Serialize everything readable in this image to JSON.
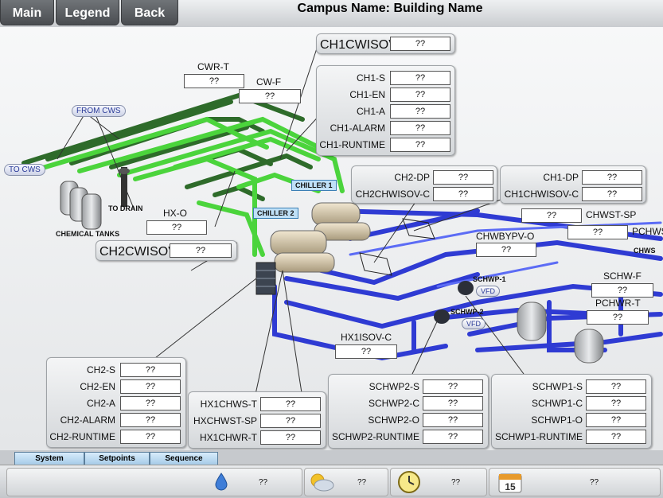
{
  "nav": {
    "main": "Main",
    "legend": "Legend",
    "back": "Back"
  },
  "page_title": "Campus Name: Building Name",
  "diagram_labels": {
    "from_cws": "FROM CWS",
    "to_cws": "TO CWS",
    "to_drain": "TO DRAIN",
    "chemical_tanks": "CHEMICAL TANKS",
    "chiller1": "CHILLER 1",
    "chiller2": "CHILLER 2",
    "chws": "CHWS",
    "schwp1": "SCHWP-1",
    "schwp2": "SCHWP-2",
    "vfd": "VFD"
  },
  "colors": {
    "condenser_pipe": "#47c83b",
    "condenser_pipe_dark": "#2e6b2a",
    "chilled_pipe": "#2f3bd3",
    "chilled_pipe_light": "#5363f0"
  },
  "points": {
    "cwr_t": {
      "label": "CWR-T",
      "value": "??"
    },
    "cw_f": {
      "label": "CW-F",
      "value": "??"
    },
    "hx_o": {
      "label": "HX-O",
      "value": "??"
    },
    "ch2cwisov_c": {
      "label": "CH2CWISOV-C",
      "value": "??"
    },
    "chwst_sp": {
      "label": "CHWST-SP",
      "value": "??"
    },
    "pchws": {
      "label": "PCHWS",
      "value": "??"
    },
    "chwbypv_o": {
      "label": "CHWBYPV-O",
      "value": "??"
    },
    "schw_f": {
      "label": "SCHW-F",
      "value": "??"
    },
    "pchwr_t": {
      "label": "PCHWR-T",
      "value": "??"
    },
    "hx1isov_c": {
      "label": "HX1ISOV-C",
      "value": "??"
    }
  },
  "panels": {
    "ch1cwisov": [
      {
        "label": "CH1CWISOV-C",
        "value": "??"
      }
    ],
    "ch1": [
      {
        "label": "CH1-S",
        "value": "??"
      },
      {
        "label": "CH1-EN",
        "value": "??"
      },
      {
        "label": "CH1-A",
        "value": "??"
      },
      {
        "label": "CH1-ALARM",
        "value": "??"
      },
      {
        "label": "CH1-RUNTIME",
        "value": "??"
      }
    ],
    "ch2dp": [
      {
        "label": "CH2-DP",
        "value": "??"
      },
      {
        "label": "CH2CHWISOV-C",
        "value": "??"
      }
    ],
    "ch1dp": [
      {
        "label": "CH1-DP",
        "value": "??"
      },
      {
        "label": "CH1CHWISOV-C",
        "value": "??"
      }
    ],
    "ch2": [
      {
        "label": "CH2-S",
        "value": "??"
      },
      {
        "label": "CH2-EN",
        "value": "??"
      },
      {
        "label": "CH2-A",
        "value": "??"
      },
      {
        "label": "CH2-ALARM",
        "value": "??"
      },
      {
        "label": "CH2-RUNTIME",
        "value": "??"
      }
    ],
    "hx1": [
      {
        "label": "HX1CHWS-T",
        "value": "??"
      },
      {
        "label": "HXCHWST-SP",
        "value": "??"
      },
      {
        "label": "HX1CHWR-T",
        "value": "??"
      }
    ],
    "schwp2": [
      {
        "label": "SCHWP2-S",
        "value": "??"
      },
      {
        "label": "SCHWP2-C",
        "value": "??"
      },
      {
        "label": "SCHWP2-O",
        "value": "??"
      },
      {
        "label": "SCHWP2-RUNTIME",
        "value": "??"
      }
    ],
    "schwp1": [
      {
        "label": "SCHWP1-S",
        "value": "??"
      },
      {
        "label": "SCHWP1-C",
        "value": "??"
      },
      {
        "label": "SCHWP1-O",
        "value": "??"
      },
      {
        "label": "SCHWP1-RUNTIME",
        "value": "??"
      }
    ]
  },
  "bottom_tabs": {
    "system": "System",
    "setpoints": "Setpoints",
    "sequence": "Sequence"
  },
  "status": {
    "humidity": {
      "icon": "water-drop-icon",
      "value": "??"
    },
    "weather": {
      "icon": "weather-icon",
      "value": "??"
    },
    "time": {
      "icon": "clock-icon",
      "value": "??"
    },
    "date": {
      "icon": "calendar-icon",
      "calendar_day": "15",
      "value": "??"
    }
  }
}
